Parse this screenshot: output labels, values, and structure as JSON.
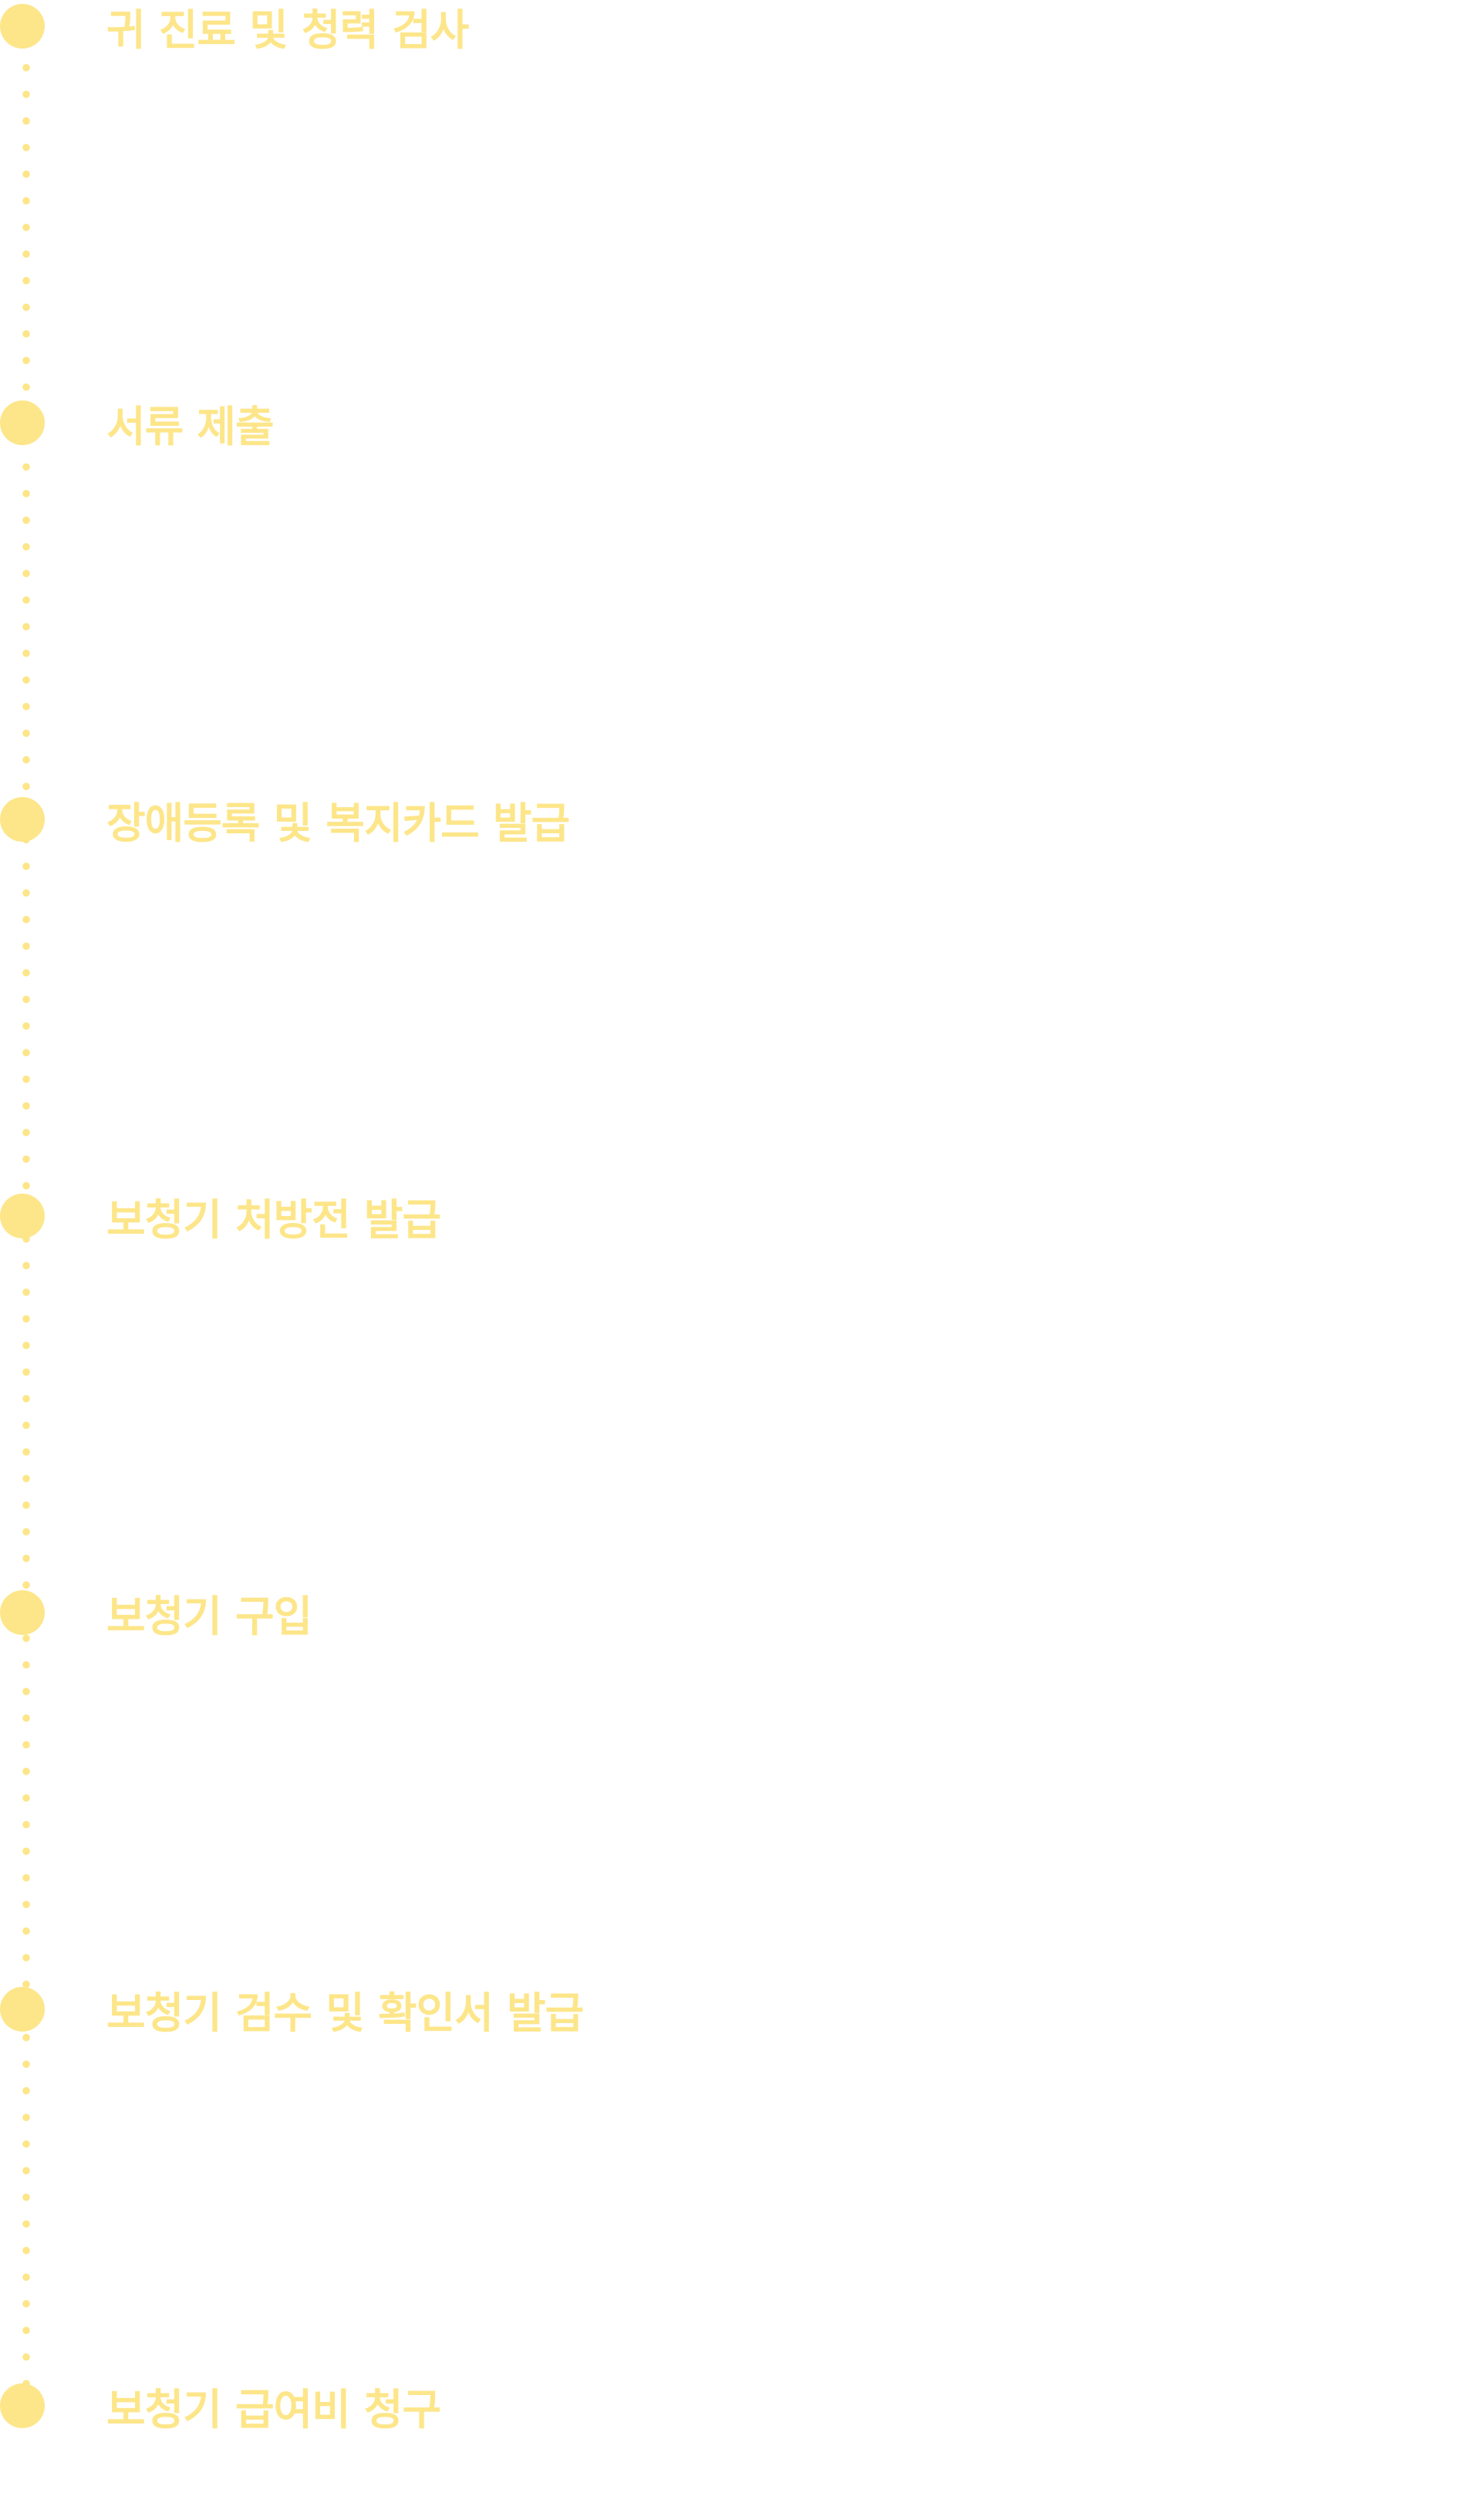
{
  "accent_color": "#fde68a",
  "steps": [
    {
      "label": "귀 진료 및 청력 검사"
    },
    {
      "label": "서류 제출"
    },
    {
      "label": "장애등록 및 복지카드 발급"
    },
    {
      "label": "보청기 처방전 발급"
    },
    {
      "label": "보청기 구입"
    },
    {
      "label": "보청기 검수 및 확인서 발급"
    },
    {
      "label": "보청기 급여비 청구"
    }
  ]
}
